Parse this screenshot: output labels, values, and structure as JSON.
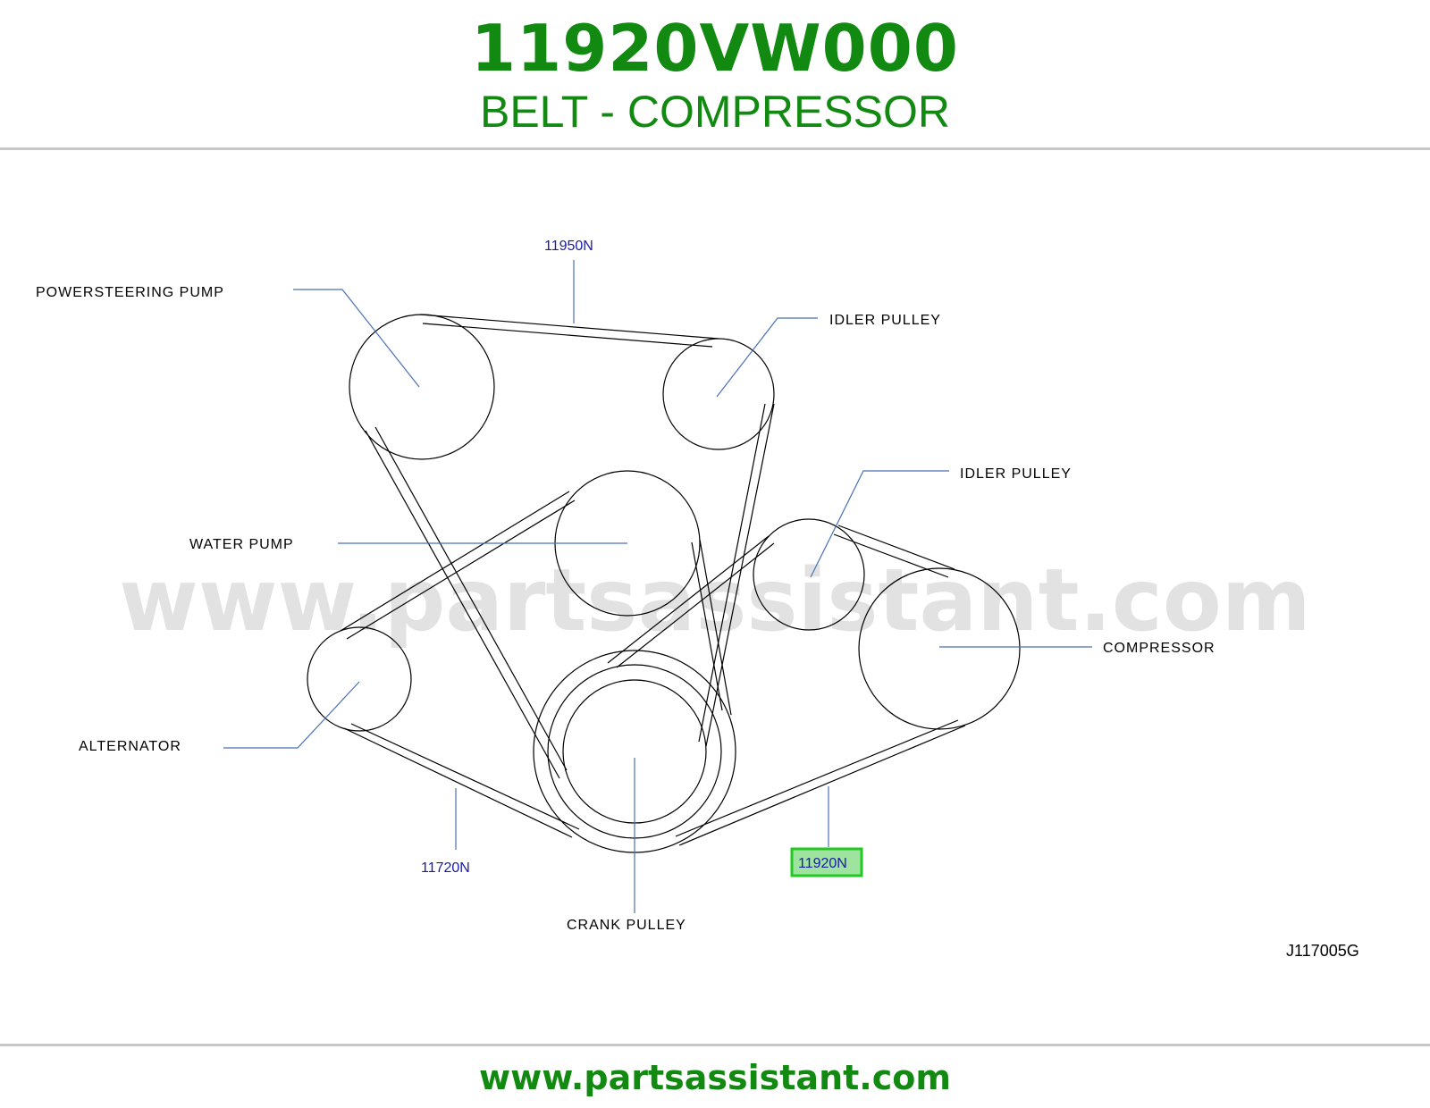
{
  "header": {
    "part_number": "11920VW000",
    "part_name": "BELT - COMPRESSOR"
  },
  "diagram": {
    "labels": {
      "powersteering_pump": "POWERSTEERING  PUMP",
      "idler_pulley_top": "IDLER  PULLEY",
      "idler_pulley_right": "IDLER  PULLEY",
      "water_pump": "WATER  PUMP",
      "compressor": "COMPRESSOR",
      "alternator": "ALTERNATOR",
      "crank_pulley": "CRANK  PULLEY"
    },
    "refs": {
      "ref_11950N": "11950N",
      "ref_11720N": "11720N",
      "ref_11920N": "11920N"
    },
    "highlighted_ref": "11920N",
    "drawing_code": "J117005G",
    "watermark": "www.partsassistant.com",
    "colors": {
      "brand_green": "#128a12",
      "ref_blue": "#1a1aa8",
      "highlight_green": "#22c922",
      "leader_blue": "#4a6fb5"
    }
  },
  "footer": {
    "url": "www.partsassistant.com"
  }
}
